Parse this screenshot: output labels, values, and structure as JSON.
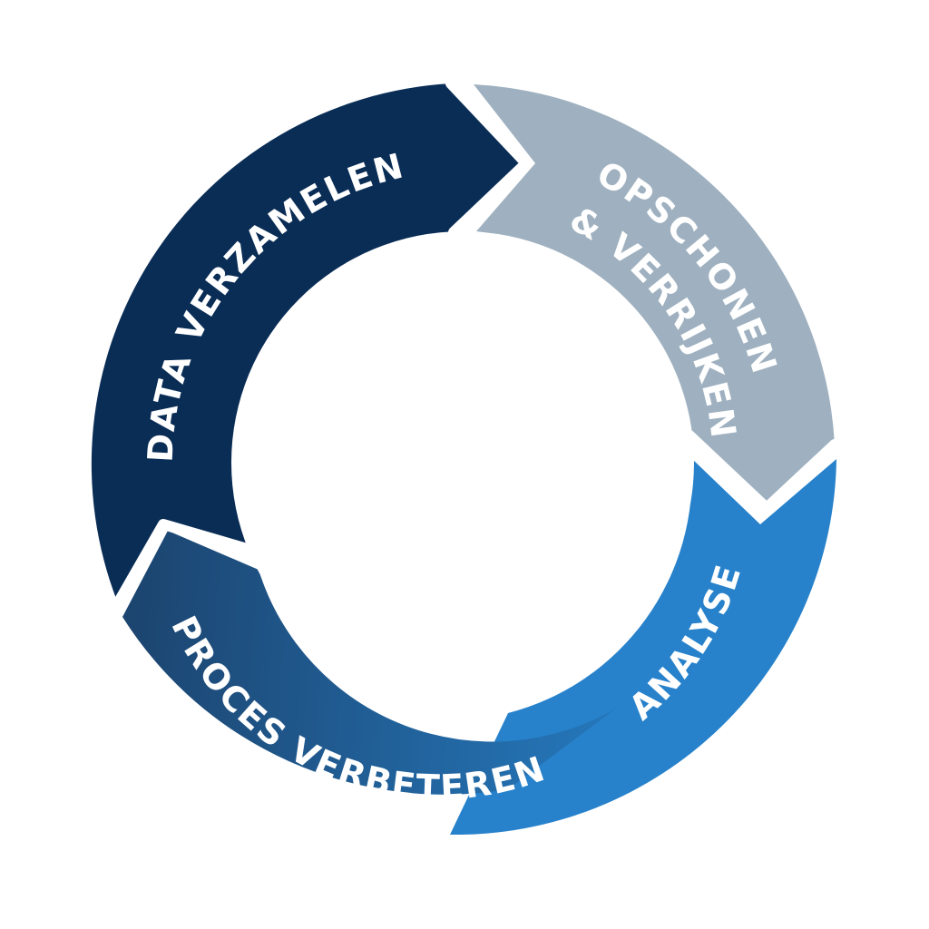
{
  "diagram": {
    "type": "cycle",
    "segments": [
      {
        "id": "data-verzamelen",
        "label": "DATA VERZAMELEN",
        "color": "#0a2d56"
      },
      {
        "id": "opschonen-verrijken",
        "label_lines": [
          "OPSCHONEN",
          "& VERRIJKEN"
        ],
        "color": "#9fb1c0"
      },
      {
        "id": "analyse",
        "label": "ANALYSE",
        "color": "#2782cb"
      },
      {
        "id": "proces-verbeteren",
        "label": "PROCES VERBETEREN",
        "color_from": "#2782cb",
        "color_to": "#1c4570"
      }
    ],
    "arrow_direction": "clockwise"
  }
}
